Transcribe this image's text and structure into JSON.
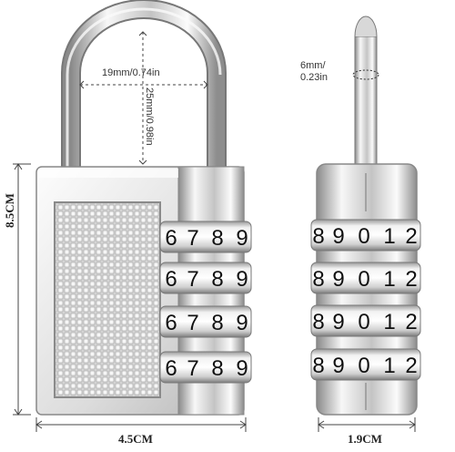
{
  "image": {
    "subject": "combination-padlock-dimensions",
    "colors": {
      "metal_light": "#f4f4f4",
      "metal_mid": "#c9c9c9",
      "metal_dark": "#7d7d7d",
      "line": "#333333"
    }
  },
  "dimensions": {
    "shackle_width": "19mm/0.74in",
    "shackle_clearance": "25mm/0.98in",
    "shackle_diameter": "6mm/\n0.23in",
    "body_height": "8.5CM",
    "body_width": "4.5CM",
    "body_depth": "1.9CM"
  },
  "front_lock": {
    "wheel_digits": [
      "6",
      "7",
      "8",
      "9"
    ]
  },
  "side_lock": {
    "wheel_digits": [
      "8",
      "9",
      "0",
      "1",
      "2"
    ]
  }
}
